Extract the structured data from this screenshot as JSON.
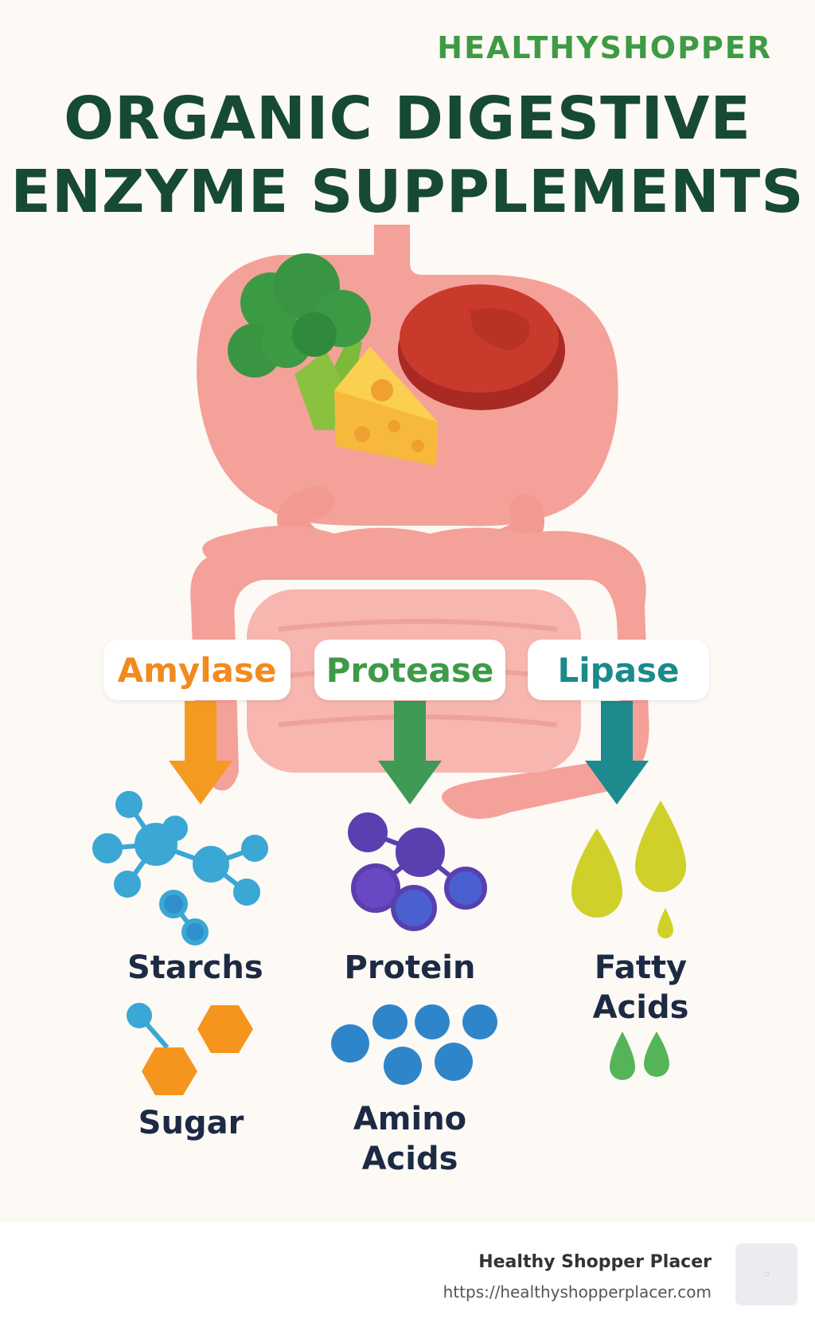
{
  "brand": "HEALTHYSHOPPER",
  "title_line1": "ORGANIC DIGESTIVE",
  "title_line2": "ENZYME SUPPLEMENTS",
  "enzymes": [
    {
      "label": "Amylase",
      "color": "#f28a1c",
      "arrow_color": "#f59a20"
    },
    {
      "label": "Protease",
      "color": "#3e9a48",
      "arrow_color": "#3f9a55"
    },
    {
      "label": "Lipase",
      "color": "#1a8a8a",
      "arrow_color": "#1d8a8e"
    }
  ],
  "products": {
    "starchs": "Starchs",
    "sugar": "Sugar",
    "protein": "Protein",
    "amino_line1": "Amino",
    "amino_line2": "Acids",
    "fatty_line1": "Fatty",
    "fatty_line2": "Acids"
  },
  "footer": {
    "name": "Healthy Shopper Placer",
    "url": "https://healthyshopperplacer.com"
  },
  "colors": {
    "title": "#174a33",
    "brand": "#3f9a45",
    "organ": "#f4a19a",
    "intestine_inner": "#f7b6b0"
  }
}
